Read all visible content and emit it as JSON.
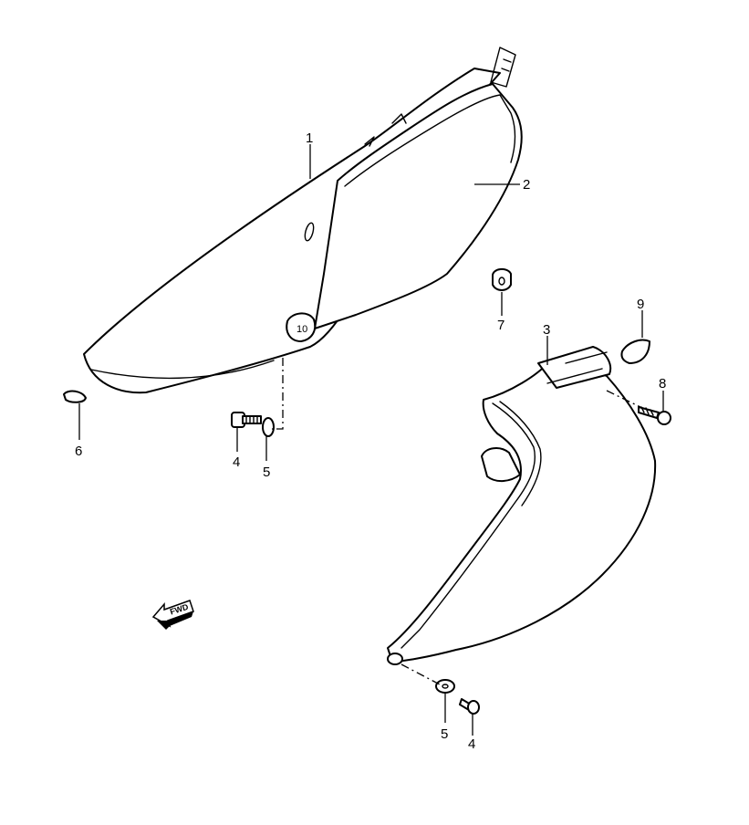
{
  "callouts": {
    "p1": "1",
    "p2": "2",
    "p3": "3",
    "p4_upper": "4",
    "p5_upper": "5",
    "p6": "6",
    "p7": "7",
    "p8": "8",
    "p9": "9",
    "p5_lower": "5",
    "p4_lower": "4"
  },
  "fwd_arrow": {
    "label": "FWD"
  },
  "colors": {
    "line": "#000000",
    "background": "#ffffff"
  }
}
